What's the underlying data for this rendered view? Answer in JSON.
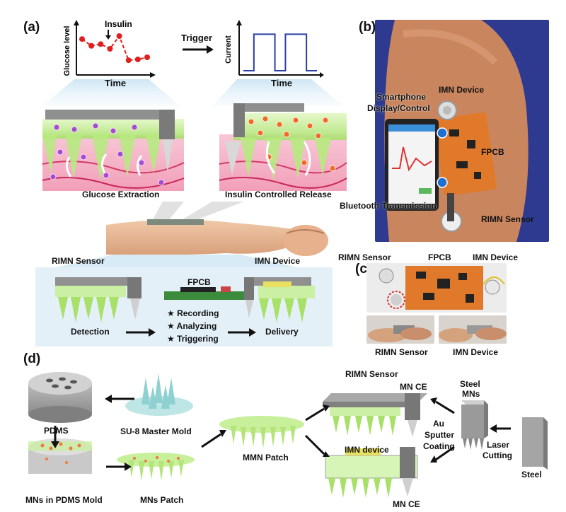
{
  "panel_labels": {
    "a": "(a)",
    "b": "(b)",
    "c": "(c)",
    "d": "(d)"
  },
  "panel_a": {
    "plot_left": {
      "marker": "Insulin",
      "ylabel": "Glucose level",
      "xlabel": "Time",
      "chart_data": {
        "type": "line",
        "x": [
          1,
          2,
          3,
          4,
          5,
          6,
          7,
          8
        ],
        "values": [
          0.78,
          0.62,
          0.66,
          0.55,
          0.85,
          0.28,
          0.3,
          0.35
        ],
        "ylim": [
          0,
          1
        ]
      }
    },
    "trigger": "Trigger",
    "plot_right": {
      "ylabel": "Current",
      "xlabel": "Time",
      "chart_data": {
        "type": "line",
        "x": [
          0,
          1,
          1,
          3,
          3,
          4,
          4,
          6,
          6,
          7
        ],
        "values": [
          0,
          0,
          1,
          1,
          0,
          0,
          1,
          1,
          0,
          0
        ],
        "ylim": [
          0,
          1.2
        ]
      }
    },
    "glucose_extraction": "Glucose Extraction",
    "insulin_release": "Insulin Controlled Release",
    "rimn_sensor": "RIMN Sensor",
    "imn_device": "IMN Device",
    "fpcb": "FPCB",
    "detection": "Detection",
    "steps": [
      "★ Recording",
      "★ Analyzing",
      "★ Triggering"
    ],
    "delivery": "Delivery"
  },
  "panel_b": {
    "imn_device": "IMN Device",
    "smartphone": "Smartphone",
    "display_control": "Display/Control",
    "fpcb": "FPCB",
    "bluetooth": "Bluetooth Transmission",
    "rimn_sensor": "RIMN Sensor"
  },
  "panel_c": {
    "rimn_sensor": "RIMN Sensor",
    "fpcb": "FPCB",
    "imn_device": "IMN Device",
    "rimn_sensor_bottom": "RIMN Sensor",
    "imn_device_bottom": "IMN Device"
  },
  "panel_d": {
    "pdms": "PDMS",
    "su8": "SU-8 Master Mold",
    "mns_in_pdms": "MNs in PDMS Mold",
    "mns_patch": "MNs Patch",
    "mmn_patch": "MMN Patch",
    "rimn_sensor": "RIMN Sensor",
    "mn_ce_top": "MN CE",
    "imn_device": "IMN device",
    "mn_ce_bottom": "MN CE",
    "au_sputter": [
      "Au",
      "Sputter",
      "Coating"
    ],
    "steel_mns": [
      "Steel",
      "MNs"
    ],
    "laser_cutting": [
      "Laser",
      "Cutting"
    ],
    "steel": "Steel"
  },
  "colors": {
    "glucose_curve": "#e02020",
    "current_curve": "#2a3fa8",
    "gel": "#c8f09a",
    "skin": "#f4b6c8",
    "device": "#9a9a9a",
    "pcb": "#e07a2a",
    "panel_bg": "#e4f0f8"
  }
}
